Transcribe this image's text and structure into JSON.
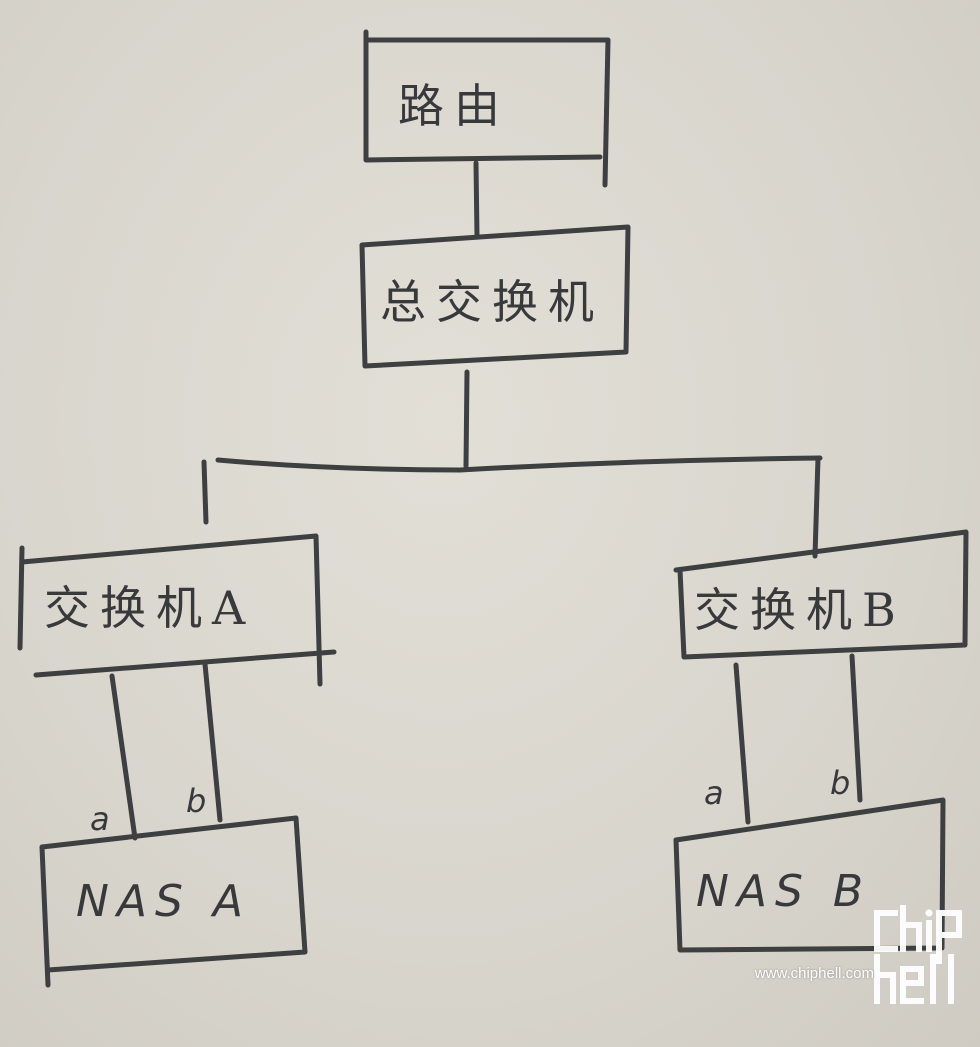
{
  "nodes": {
    "router": "路由",
    "core_switch": "总交换机",
    "switch_a": "交换机A",
    "switch_b": "交换机B",
    "nas_a": "NAS A",
    "nas_b": "NAS B"
  },
  "ports": {
    "nas_a_a": "a",
    "nas_a_b": "b",
    "nas_b_a": "a",
    "nas_b_b": "b"
  },
  "watermark": {
    "url": "www.chiphell.com"
  }
}
